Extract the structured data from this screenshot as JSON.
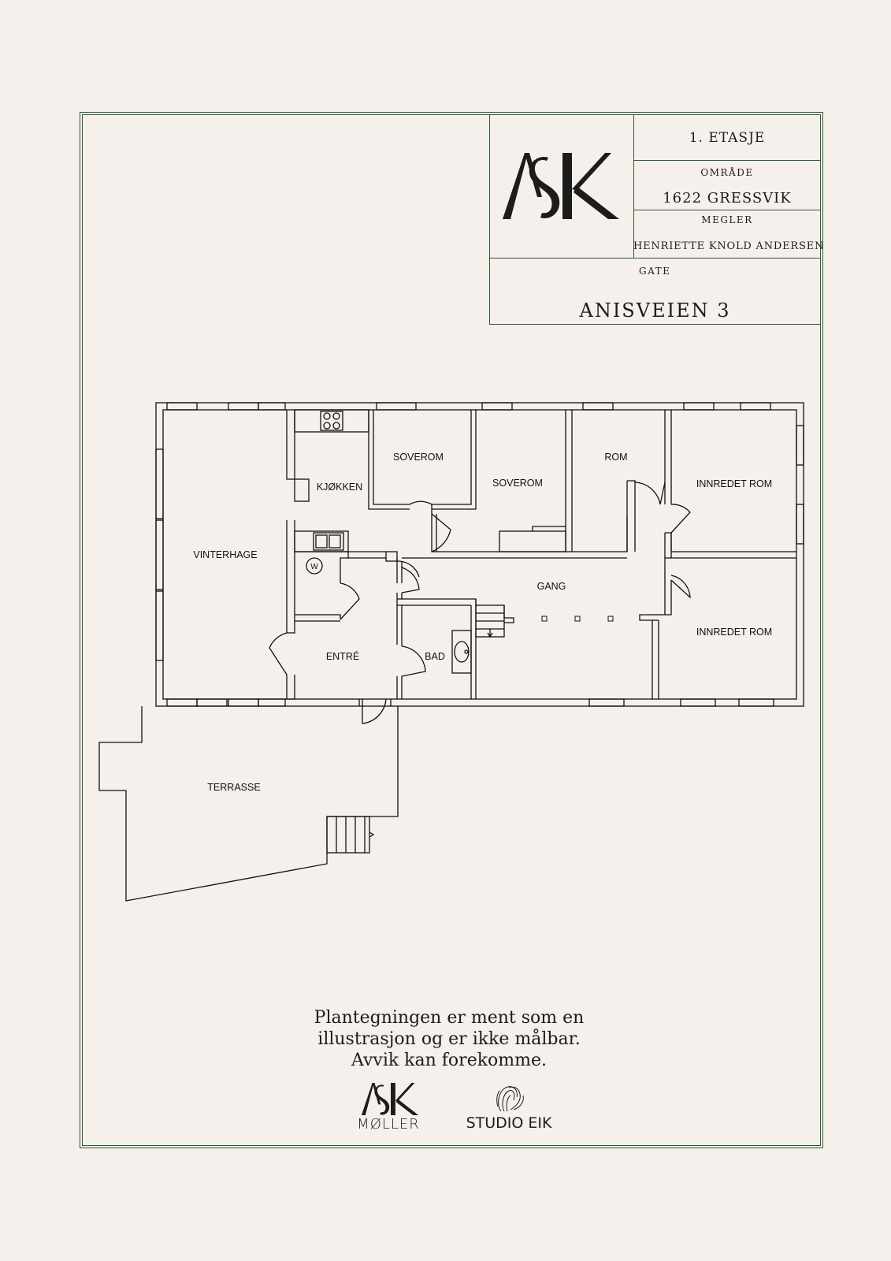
{
  "title_block": {
    "logo_text": "ASK",
    "floor": "1. ETASJE",
    "area_label": "OMRÅDE",
    "area_value": "1622 GRESSVIK",
    "agent_label": "MEGLER",
    "agent_value": "HENRIETTE KNOLD ANDERSEN",
    "street_label": "GATE",
    "street_value": "ANISVEIEN 3"
  },
  "rooms": {
    "vinterhage": "VINTERHAGE",
    "kjokken": "KJØKKEN",
    "soverom1": "SOVEROM",
    "soverom2": "SOVEROM",
    "rom": "ROM",
    "innredet1": "INNREDET ROM",
    "innredet2": "INNREDET ROM",
    "gang": "GANG",
    "entre": "ENTRÉ",
    "bad": "BAD",
    "terrasse": "TERRASSE",
    "washer": "W"
  },
  "disclaimer": {
    "line1": "Plantegningen er ment som en",
    "line2": "illustrasjon og er ikke målbar.",
    "line3": "Avvik kan forekomme."
  },
  "footer": {
    "ask_logo": "ASK",
    "ask_sub": "MØLLER",
    "studio": "STUDIO EIK"
  },
  "colors": {
    "frame": "#2f5a33",
    "background": "#f6f0ec",
    "ink": "#1c1c1c"
  }
}
